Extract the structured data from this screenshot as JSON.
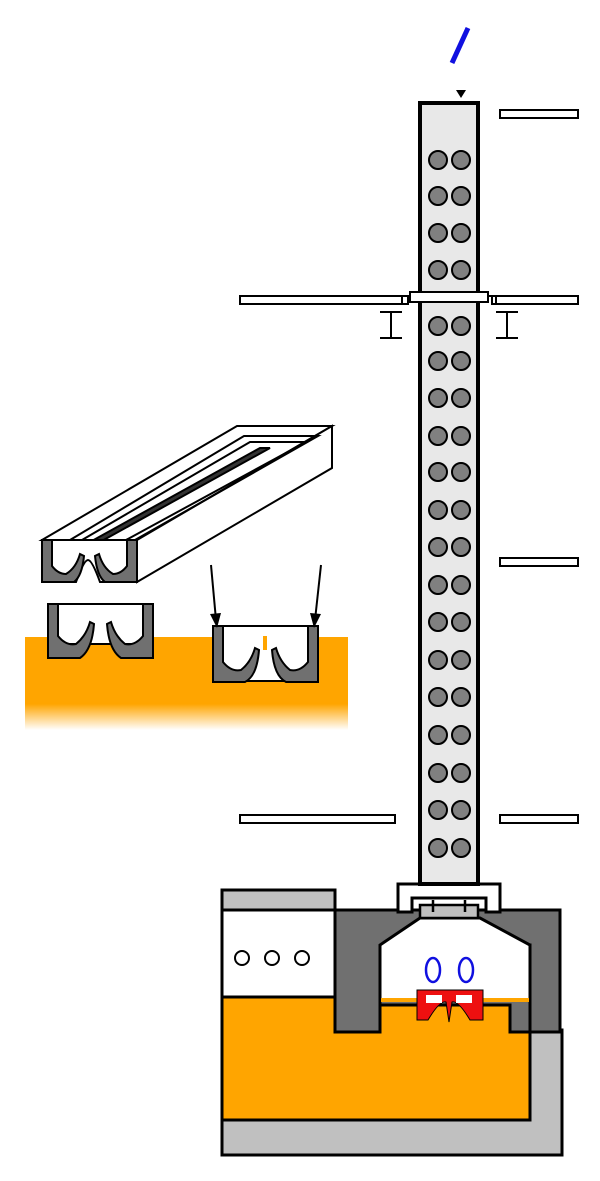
{
  "diagram": {
    "colors": {
      "molten_glass": "#FFA500",
      "fiber_hot": "#FFA500",
      "fiber_cold": "#1010E0",
      "tube_fill": "#E8E8E8",
      "roller": "#808080",
      "refractory": "#707070",
      "casing": "#C0C0C0",
      "heater": "#EE1010",
      "coil": "#1010E0",
      "outline": "#000000",
      "background": "#FFFFFF"
    },
    "components": [
      "drawing-tower",
      "upper-tube-section",
      "lower-tube-section",
      "guide-rollers",
      "floor-plates",
      "support-beams",
      "furnace-housing",
      "melt-crucible",
      "molten-glass-bath",
      "bushing-heater",
      "induction-coils",
      "viewport-holes",
      "drawn-fiber",
      "channel-bushing-inset"
    ],
    "icons": {
      "fiber_direction": "triangle-down-icon",
      "feed_arrow": "arrow-down-icon"
    }
  }
}
